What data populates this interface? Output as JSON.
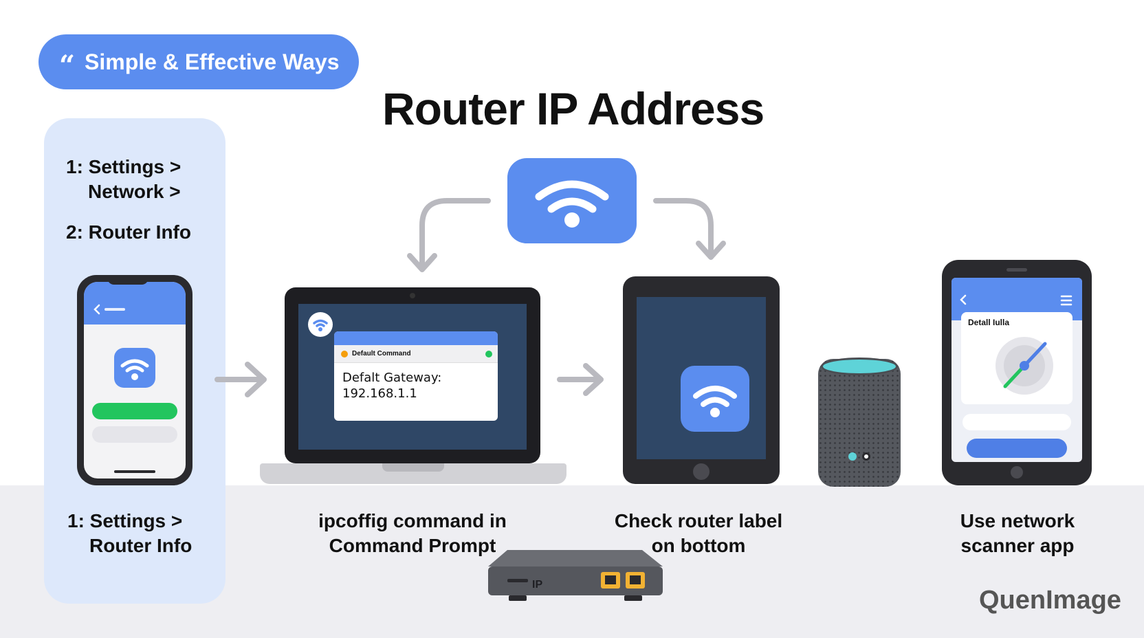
{
  "header": {
    "badge_quote": "“",
    "badge_label": "Simple & Effective Ways",
    "title": "Router IP Address"
  },
  "side_panel": {
    "step1_line1": "1: Settings >",
    "step1_line2": "Network >",
    "step2": "2: Router Info",
    "footer_line1": "1: Settings >",
    "footer_line2": "Router Info"
  },
  "laptop": {
    "window_title": "Default Command",
    "line1": "Defalt Gateway:",
    "line2": "192.168.1.1",
    "caption_line1": "ipcoffig command in",
    "caption_line2": "Command Prompt"
  },
  "tablet": {
    "caption_line1": "Check router label",
    "caption_line2": "on bottom"
  },
  "scanner_phone": {
    "card_label": "Detall Iulla",
    "caption_line1": "Use network",
    "caption_line2": "scanner app"
  },
  "router": {
    "label": "IP"
  },
  "brand": "QuenImage",
  "colors": {
    "accent_blue": "#5b8def",
    "panel_blue": "#dde8fb",
    "green": "#22c55e",
    "teal": "#5ed3d8",
    "port_yellow": "#f2b233"
  },
  "icons": [
    "quote-icon",
    "wifi-icon",
    "arrow-right-icon",
    "arrow-down-icon",
    "back-chevron-icon",
    "menu-icon"
  ]
}
